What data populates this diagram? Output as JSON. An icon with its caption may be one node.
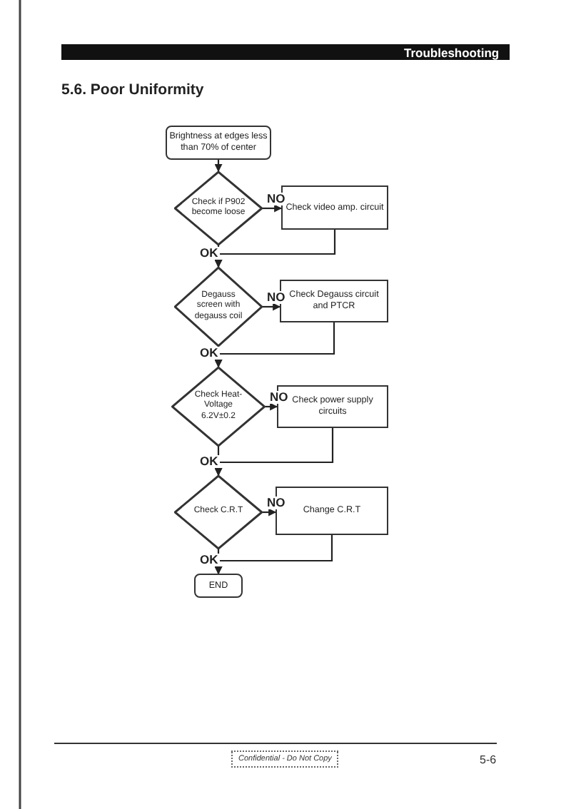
{
  "diagram": {
    "title": "5.6. Poor Uniformity",
    "nodes": [
      {
        "text": [
          "Brightness at edges less than 70% of center"
        ]
      },
      {
        "text": [
          "Check if P902 become loose"
        ]
      },
      {
        "text": [
          "Check video amp. circuit"
        ]
      },
      {
        "text": [
          "Degauss screen with degauss coil"
        ]
      },
      {
        "text": [
          "Check Degauss circuit and PTCR"
        ]
      },
      {
        "text": [
          "Check Heat-Voltage 6.2V±0.2"
        ]
      },
      {
        "text": [
          "Check power supply circuits"
        ]
      },
      {
        "text": [
          "Check C.R.T"
        ]
      },
      {
        "text": [
          "Change C.R.T"
        ]
      },
      {
        "text": [
          "END"
        ]
      }
    ],
    "edges": [
      {
        "from": 0,
        "to": 1,
        "arrow": "to"
      },
      {
        "from": 1,
        "to": 2,
        "arrow": "to",
        "label": "NO"
      },
      {
        "from": 2,
        "to": 3,
        "arrow": "to"
      },
      {
        "from": 1,
        "to": 3,
        "arrow": "to",
        "label": "OK"
      },
      {
        "from": 3,
        "to": 4,
        "arrow": "to",
        "label": "NO"
      },
      {
        "from": 4,
        "to": 5,
        "arrow": "to"
      },
      {
        "from": 3,
        "to": 5,
        "arrow": "to",
        "label": "OK"
      },
      {
        "from": 5,
        "to": 6,
        "arrow": "to",
        "label": "NO"
      },
      {
        "from": 6,
        "to": 7,
        "arrow": "to"
      },
      {
        "from": 5,
        "to": 7,
        "arrow": "to",
        "label": "OK"
      },
      {
        "from": 7,
        "to": 8,
        "arrow": "to",
        "label": "NO"
      },
      {
        "from": 8,
        "to": 9,
        "arrow": "to"
      },
      {
        "from": 7,
        "to": 9,
        "arrow": "to",
        "label": "OK"
      }
    ],
    "labels": [
      "Troubleshooting",
      "Confidential - Do Not Copy",
      "5-6"
    ]
  }
}
